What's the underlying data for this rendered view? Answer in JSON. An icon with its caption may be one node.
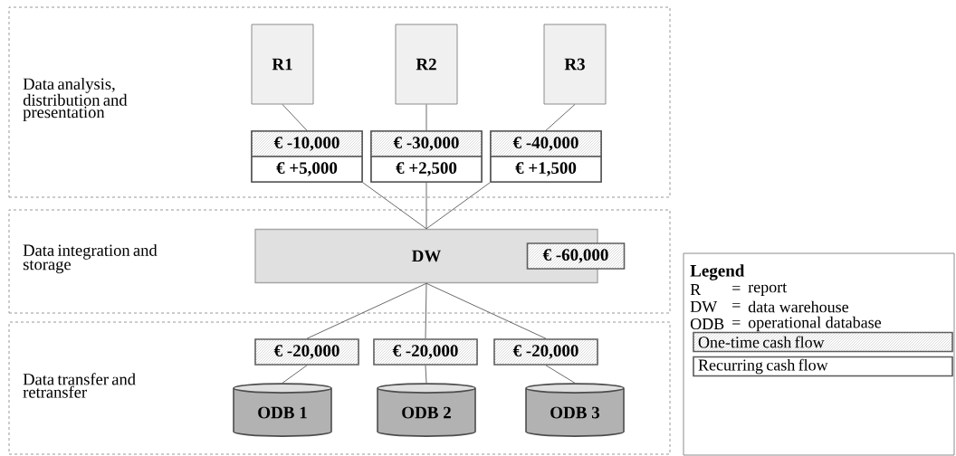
{
  "diagram": {
    "nodes": [
      {
        "text": [
          "Data analysis, distribution and presentation"
        ]
      },
      {
        "text": [
          "Data integration and storage"
        ]
      },
      {
        "text": [
          "Data transfer and retransfer"
        ]
      },
      {
        "text": [
          "R1"
        ],
        "in": 0
      },
      {
        "text": [
          "R2"
        ],
        "in": 0
      },
      {
        "text": [
          "R3"
        ],
        "in": 0
      },
      {
        "text": [
          "€ -10,000",
          "€ +5,000"
        ],
        "in": 0
      },
      {
        "text": [
          "€ -30,000",
          "€ +2,500"
        ],
        "in": 0
      },
      {
        "text": [
          "€ -40,000",
          "€ +1,500"
        ],
        "in": 0
      },
      {
        "text": [
          "DW"
        ],
        "in": 1
      },
      {
        "text": [
          "€ -60,000"
        ],
        "in": 1
      },
      {
        "text": [
          "€ -20,000"
        ],
        "in": 2
      },
      {
        "text": [
          "€ -20,000"
        ],
        "in": 2
      },
      {
        "text": [
          "€ -20,000"
        ],
        "in": 2
      },
      {
        "text": [
          "ODB 1"
        ],
        "in": 2
      },
      {
        "text": [
          "ODB 2"
        ],
        "in": 2
      },
      {
        "text": [
          "ODB 3"
        ],
        "in": 2
      }
    ],
    "edges": [
      {
        "from": 3,
        "to": 6,
        "arrow": "none"
      },
      {
        "from": 4,
        "to": 7,
        "arrow": "none"
      },
      {
        "from": 5,
        "to": 8,
        "arrow": "none"
      },
      {
        "from": 6,
        "to": 9,
        "arrow": "none"
      },
      {
        "from": 7,
        "to": 9,
        "arrow": "none"
      },
      {
        "from": 8,
        "to": 9,
        "arrow": "none"
      },
      {
        "from": 9,
        "to": 11,
        "arrow": "none"
      },
      {
        "from": 9,
        "to": 12,
        "arrow": "none"
      },
      {
        "from": 9,
        "to": 13,
        "arrow": "none"
      },
      {
        "from": 11,
        "to": 14,
        "arrow": "none"
      },
      {
        "from": 12,
        "to": 15,
        "arrow": "none"
      },
      {
        "from": 13,
        "to": 16,
        "arrow": "none"
      }
    ],
    "labels": [
      "Legend",
      "R",
      "=",
      "report",
      "DW",
      "=",
      "data warehouse",
      "ODB",
      "=",
      "operational database"
    ],
    "legend": [
      {
        "text": "One-time cash flow"
      },
      {
        "text": "Recurring cash flow"
      }
    ]
  }
}
